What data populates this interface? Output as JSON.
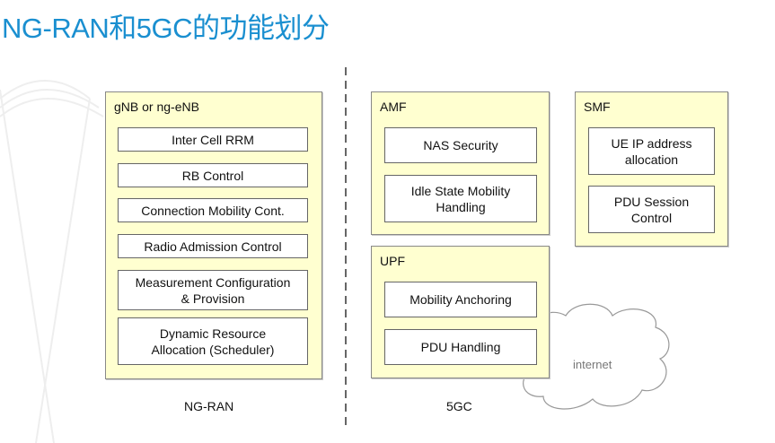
{
  "title": "NG-RAN和5GC的功能划分",
  "ran": {
    "label": "gNB or ng-eNB",
    "functions": [
      "Inter Cell RRM",
      "RB Control",
      "Connection Mobility Cont.",
      "Radio Admission Control",
      "Measurement Configuration & Provision",
      "Dynamic Resource Allocation (Scheduler)"
    ],
    "footer": "NG-RAN"
  },
  "amf": {
    "label": "AMF",
    "functions": [
      "NAS Security",
      "Idle State Mobility Handling"
    ]
  },
  "smf": {
    "label": "SMF",
    "functions": [
      "UE IP address allocation",
      "PDU Session Control"
    ]
  },
  "upf": {
    "label": "UPF",
    "functions": [
      "Mobility Anchoring",
      "PDU Handling"
    ]
  },
  "core_footer": "5GC",
  "cloud_label": "internet",
  "colors": {
    "title": "#1a8fd0",
    "group_fill": "#ffffd0"
  }
}
